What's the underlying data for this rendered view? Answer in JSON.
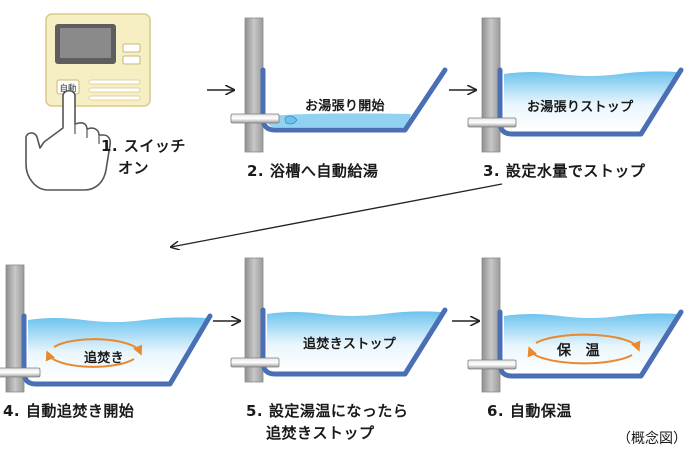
{
  "steps": [
    {
      "caption_lines": [
        "1. スイッチ",
        "オン"
      ],
      "panel_button": "自動"
    },
    {
      "caption_lines": [
        "2. 浴槽へ自動給湯"
      ],
      "label": "お湯張り開始"
    },
    {
      "caption_lines": [
        "3. 設定水量でストップ"
      ],
      "label": "お湯張りストップ"
    },
    {
      "caption_lines": [
        "4. 自動追焚き開始"
      ],
      "label": "追焚き"
    },
    {
      "caption_lines": [
        "5. 設定湯温になったら",
        "追焚きストップ"
      ],
      "label": "追焚きストップ"
    },
    {
      "caption_lines": [
        "6. 自動保温"
      ],
      "label": "保　温"
    }
  ],
  "note": "（概念図）",
  "colors": {
    "tub_outline": "#4a6fb5",
    "water_deep": "#6cc3ee",
    "water_light": "#e9f6fd",
    "wall": "#b9b9b9",
    "panel": "#f7efc4",
    "circulation": "#e8892f",
    "arrow": "#222222"
  }
}
